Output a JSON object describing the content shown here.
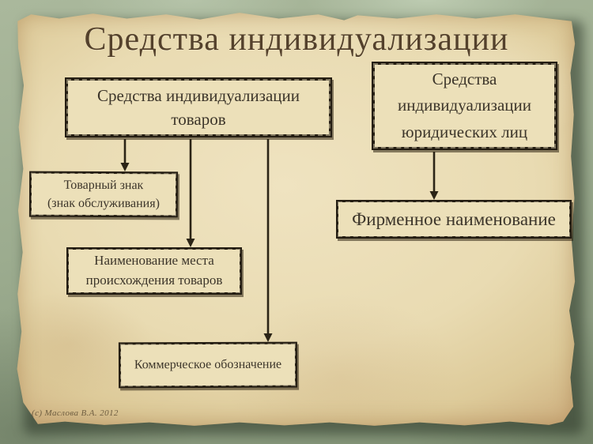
{
  "slide": {
    "title": "Средства индивидуализации",
    "footer": "(с) Маслова В.А. 2012"
  },
  "boxes": {
    "goods": {
      "text": "Средства индивидуализации\nтоваров"
    },
    "legal": {
      "text": "Средства\nиндивидуализации\nюридических лиц"
    },
    "trademark": {
      "text": "Товарный знак\n(знак обслуживания)"
    },
    "origin": {
      "text": "Наименование места\nпроисхождения товаров"
    },
    "commercial": {
      "text": "Коммерческое обозначение"
    },
    "firm": {
      "text": "Фирменное наименование"
    }
  },
  "colors": {
    "background_green": "#9cac8f",
    "paper": "#e9dbb2",
    "paper_edge": "#bb9760",
    "box_border": "#241d12",
    "box_fill": "#ece0b9",
    "text": "#3c352a",
    "title_text": "#54412c",
    "arrow": "#2b2416"
  }
}
